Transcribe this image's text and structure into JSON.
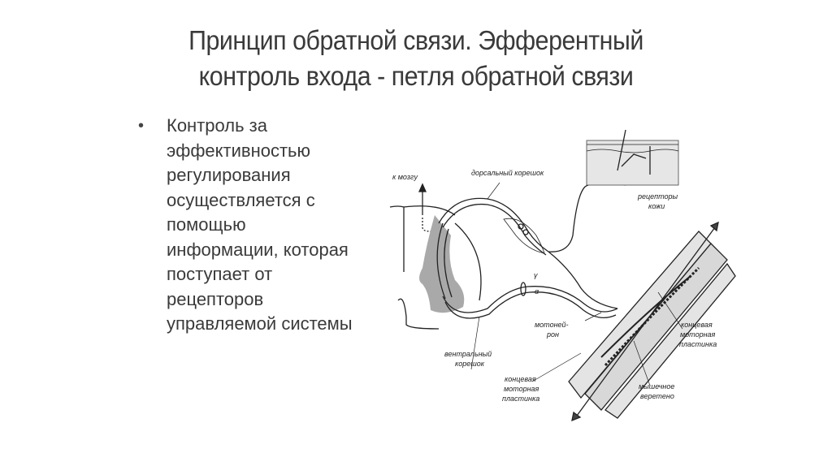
{
  "slide": {
    "title_lines": [
      "Принцип обратной связи. Эфферентный",
      "контроль входа -  петля обратной связи"
    ],
    "bullet": {
      "symbol": "•",
      "lines": [
        "Контроль за",
        "эффективностью",
        "регулирования",
        "осуществляется с",
        "помощью",
        "информации, которая",
        "поступает от",
        "рецепторов",
        "управляемой системы"
      ]
    }
  },
  "diagram": {
    "labels": {
      "to_brain": "к мозгу",
      "dorsal_root": "дорсальный корешок",
      "skin_receptors": [
        "рецепторы",
        "кожи"
      ],
      "gamma": "γ",
      "alpha": "α",
      "motoneuron": [
        "мотоней-",
        "рон"
      ],
      "ventral_root": [
        "вентральный",
        "корешок"
      ],
      "end_plate_right": [
        "концевая",
        "моторная",
        "пластинка"
      ],
      "end_plate_bottom": [
        "концевая",
        "моторная",
        "пластинка"
      ],
      "muscle_spindle": [
        "мышечное",
        "веретено"
      ]
    }
  }
}
